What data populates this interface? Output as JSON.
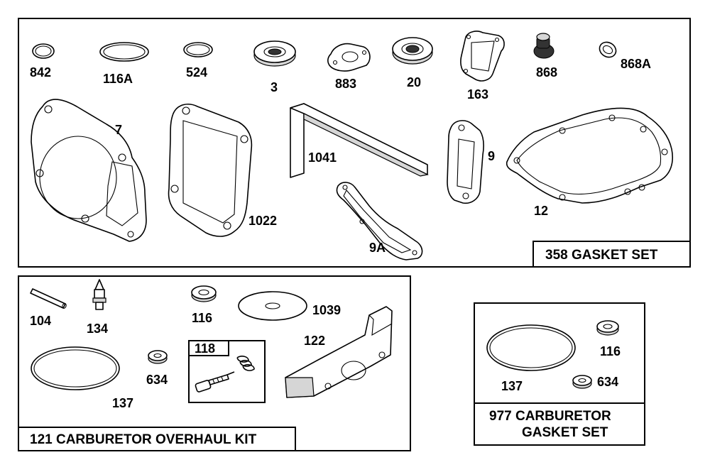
{
  "gasket_set": {
    "title": "358 GASKET SET",
    "parts": {
      "p842": "842",
      "p116A": "116A",
      "p524": "524",
      "p3": "3",
      "p883": "883",
      "p20": "20",
      "p163": "163",
      "p868": "868",
      "p868A": "868A",
      "p7": "7",
      "p1022": "1022",
      "p1041": "1041",
      "p9": "9",
      "p9A": "9A",
      "p12": "12"
    }
  },
  "overhaul_kit": {
    "title": "121 CARBURETOR OVERHAUL KIT",
    "parts": {
      "p104": "104",
      "p134": "134",
      "p116": "116",
      "p1039": "1039",
      "p137": "137",
      "p634": "634",
      "p118": "118",
      "p122": "122"
    }
  },
  "carb_gasket_set": {
    "title_line1": "977 CARBURETOR",
    "title_line2": "GASKET SET",
    "parts": {
      "p116": "116",
      "p137": "137",
      "p634": "634"
    }
  }
}
